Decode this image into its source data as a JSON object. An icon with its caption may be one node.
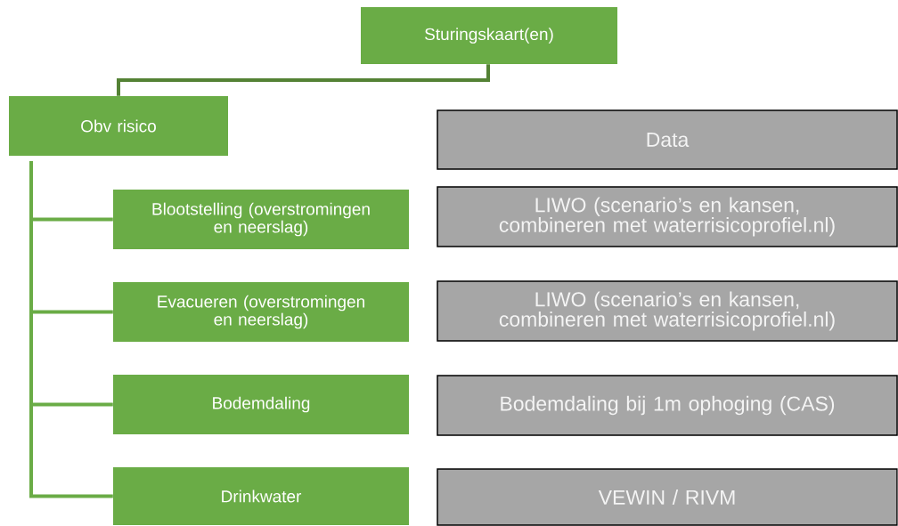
{
  "diagram": {
    "nodes": [
      {
        "text": [
          "Sturingskaart(en)"
        ]
      },
      {
        "text": [
          "Obv risico"
        ]
      },
      {
        "text": [
          "Blootstelling (overstromingen en neerslag)"
        ]
      },
      {
        "text": [
          "Evacueren (overstromingen en neerslag)"
        ]
      },
      {
        "text": [
          "Bodemdaling"
        ]
      },
      {
        "text": [
          "Drinkwater"
        ]
      },
      {
        "text": [
          "Data"
        ]
      },
      {
        "text": [
          "LIWO (scenario’s en kansen, combineren met waterrisicoprofiel.nl)"
        ]
      },
      {
        "text": [
          "LIWO (scenario’s en kansen, combineren met waterrisicoprofiel.nl)"
        ]
      },
      {
        "text": [
          "Bodemdaling bij 1m ophoging (CAS)"
        ]
      },
      {
        "text": [
          "VEWIN / RIVM"
        ]
      }
    ],
    "edges": [
      {
        "from": 0,
        "to": 1,
        "arrow": "none",
        "color": "#548235"
      },
      {
        "from": 1,
        "to": 2,
        "arrow": "none"
      },
      {
        "from": 1,
        "to": 3,
        "arrow": "none"
      },
      {
        "from": 1,
        "to": 4,
        "arrow": "none"
      },
      {
        "from": 1,
        "to": 5,
        "arrow": "none"
      }
    ]
  }
}
